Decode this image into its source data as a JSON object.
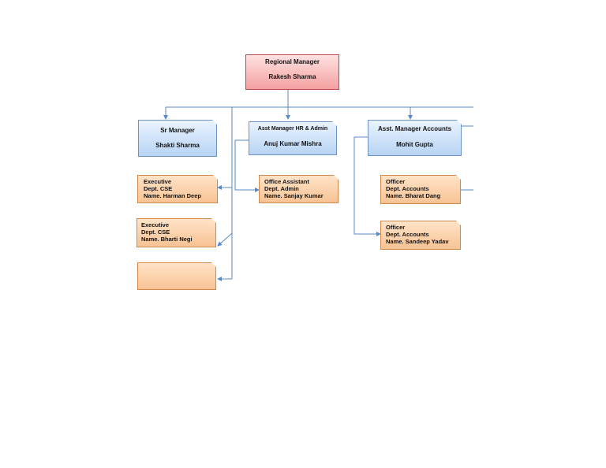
{
  "colors": {
    "connector": "#5a8ac6",
    "head_node": "#f4a0a0",
    "manager_node": "#b8d4f4",
    "staff_node": "#f8c394"
  },
  "regional_manager": {
    "title": "Regional Manager",
    "name": "Rakesh Sharma"
  },
  "managers": [
    {
      "title": "Sr Manager",
      "name": "Shakti Sharma"
    },
    {
      "title": "Asst Manager HR & Admin",
      "name": "Anuj Kumar Mishra"
    },
    {
      "title": "Asst. Manager Accounts",
      "name": "Mohit Gupta"
    }
  ],
  "staff": {
    "executive_1": [
      "Executive",
      "Dept. CSE",
      "Name. Harman Deep"
    ],
    "executive_2": [
      "Executive",
      "Dept. CSE",
      "Name. Bharti Negi"
    ],
    "office_assistant": [
      "Office Assistant",
      "Dept. Admin",
      "Name. Sanjay Kumar"
    ],
    "officer_1": [
      "Officer",
      "Dept. Accounts",
      "Name. Bharat Dang"
    ],
    "officer_2": [
      "Officer",
      "Dept. Accounts",
      "Name. Sandeep Yadav"
    ]
  }
}
